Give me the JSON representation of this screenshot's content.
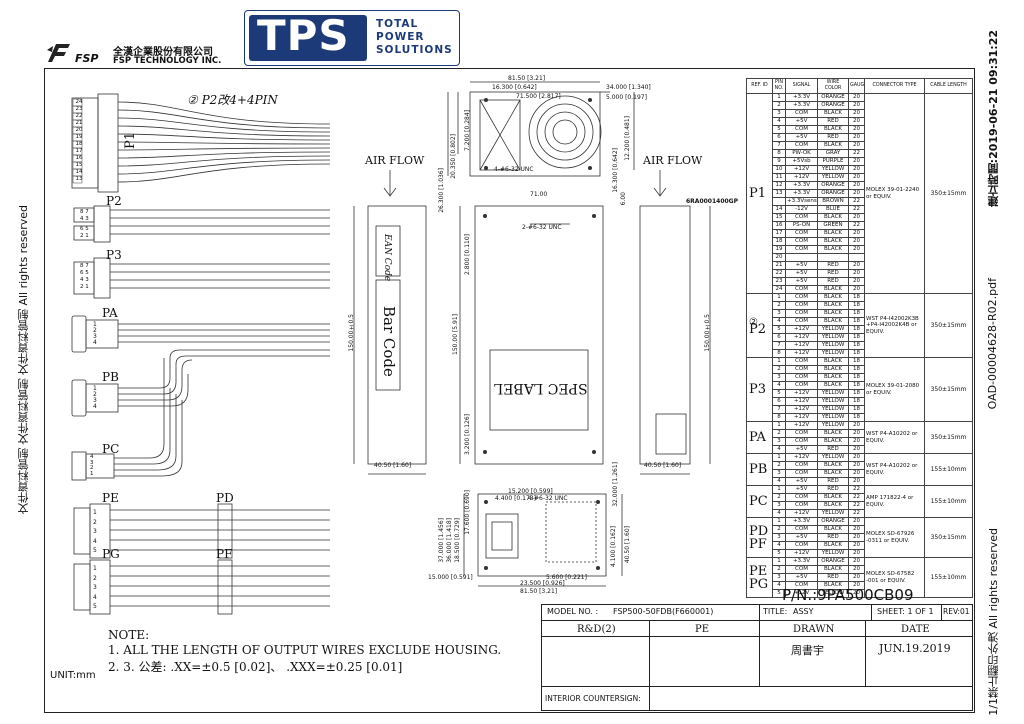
{
  "company": {
    "name_cn": "全漢企業股份有限公司",
    "name_en": "FSP TECHNOLOGY INC.",
    "logo_text": "FSP",
    "brand": "TPS",
    "brand_tagline": [
      "TOTAL",
      "POWER",
      "SOLUTIONS"
    ]
  },
  "margins": {
    "left": "文件資料管制 文件資料管制 文件資料管制 All rights reserved",
    "right_top": "建立時間:2019-06-21 09:31:22",
    "right_mid": "OAD-00004628-R02.pdf",
    "right_bottom": "1/1禁止翻印外洩 All rights reserved"
  },
  "harness": {
    "note_p2": "② P2改4+4PIN",
    "p1_label": "P1",
    "connectors": [
      "P2",
      "P3",
      "PA",
      "PB",
      "PC",
      "PE",
      "PD",
      "PG",
      "PF"
    ],
    "p1_pins": [
      "24",
      "23",
      "22",
      "21",
      "20",
      "19",
      "18",
      "17",
      "16",
      "15",
      "14",
      "13"
    ],
    "p2_pins": [
      "8",
      "7",
      "4",
      "3",
      "6",
      "5",
      "2",
      "1"
    ],
    "p3_pins": [
      "8",
      "7",
      "6",
      "5",
      "4",
      "3",
      "2",
      "1"
    ],
    "molex_pins": [
      "1",
      "2",
      "3",
      "4"
    ],
    "sata_pins": [
      "1",
      "2",
      "3",
      "4",
      "5"
    ]
  },
  "drawing": {
    "air_flow": "AIR FLOW",
    "ean_code": "EAN Code",
    "bar_code": "Bar Code",
    "spec_label": "SPEC LABEL",
    "part_ref": "6RA0001400GP",
    "dims": {
      "top_width": "81.50 [3.21]",
      "d1": "16.300 [0.642]",
      "d2": "71.500 [2.817]",
      "d3": "34.000 [1.340]",
      "d4": "5.000 [0.197]",
      "d5": "7.200 [0.284]",
      "d6": "20.350 [0.802]",
      "d7": "26.300 [1.036]",
      "d8": "16.300 [0.642]",
      "d9": "12.200 [0.481]",
      "d10": "71.00",
      "d11": "6.00",
      "d12": "2.800 [0.110]",
      "height": "150.00 [5.91]",
      "height_side": "150.00±0.5",
      "d13": "3.200 [0.126]",
      "bottom_w1": "40.50 [1.60]",
      "bottom_w2": "40.50 [1.60]",
      "screw1": "4-#6-32 UNC",
      "screw2": "2-#6-32 UNC",
      "screw3": "4-#6-32 UNC",
      "f1": "15.200 [0.599]",
      "f2": "4.400 [0.173]",
      "f3": "32.000 [1.261]",
      "f4": "17.600 [0.690]",
      "f5": "37.000 [1.456]",
      "f6": "36.000 [1.418]",
      "f7": "18.500 [0.729]",
      "f8": "15.000 [0.591]",
      "f9": "23.500 [0.926]",
      "f10": "81.50 [3.21]",
      "f11": "5.600 [0.221]",
      "f12": "4.100 [0.162]",
      "f13": "40.50 [1.60]"
    }
  },
  "wire_table": {
    "headers": [
      "REF. ID",
      "PIN NO.",
      "SIGNAL",
      "WIRE COLOR",
      "GAUGE",
      "CONNECTOR TYPE",
      "CABLE LENGTH"
    ],
    "groups": [
      {
        "id": "P1",
        "connector": "MOLEX 39-01-2240 or EQUIV.",
        "length": "350±15mm",
        "rows": [
          [
            "1",
            "+3.3V",
            "ORANGE",
            "20"
          ],
          [
            "2",
            "+3.3V",
            "ORANGE",
            "20"
          ],
          [
            "3",
            "COM",
            "BLACK",
            "20"
          ],
          [
            "4",
            "+5V",
            "RED",
            "20"
          ],
          [
            "5",
            "COM",
            "BLACK",
            "20"
          ],
          [
            "6",
            "+5V",
            "RED",
            "20"
          ],
          [
            "7",
            "COM",
            "BLACK",
            "20"
          ],
          [
            "8",
            "PW-OK",
            "GRAY",
            "22"
          ],
          [
            "9",
            "+5Vsb",
            "PURPLE",
            "20"
          ],
          [
            "10",
            "+12V",
            "YELLOW",
            "20"
          ],
          [
            "11",
            "+12V",
            "YELLOW",
            "20"
          ],
          [
            "12",
            "+3.3V",
            "ORANGE",
            "20"
          ],
          [
            "13",
            "+3.3V",
            "ORANGE",
            "20"
          ],
          [
            "",
            "+3.3Vsense",
            "BROWN",
            "22"
          ],
          [
            "14",
            "-12V",
            "BLUE",
            "22"
          ],
          [
            "15",
            "COM",
            "BLACK",
            "20"
          ],
          [
            "16",
            "PS-ON",
            "GREEN",
            "22"
          ],
          [
            "17",
            "COM",
            "BLACK",
            "20"
          ],
          [
            "18",
            "COM",
            "BLACK",
            "20"
          ],
          [
            "19",
            "COM",
            "BLACK",
            "20"
          ],
          [
            "20",
            "",
            "",
            ""
          ],
          [
            "21",
            "+5V",
            "RED",
            "20"
          ],
          [
            "22",
            "+5V",
            "RED",
            "20"
          ],
          [
            "23",
            "+5V",
            "RED",
            "20"
          ],
          [
            "24",
            "COM",
            "BLACK",
            "20"
          ]
        ]
      },
      {
        "id": "P2",
        "badge": "②",
        "connector": "WST P4-I42002K3B +P4-I42002K4B or EQUIV.",
        "length": "350±15mm",
        "rows": [
          [
            "1",
            "COM",
            "BLACK",
            "18"
          ],
          [
            "2",
            "COM",
            "BLACK",
            "18"
          ],
          [
            "3",
            "COM",
            "BLACK",
            "18"
          ],
          [
            "4",
            "COM",
            "BLACK",
            "18"
          ],
          [
            "5",
            "+12V",
            "YELLOW",
            "18"
          ],
          [
            "6",
            "+12V",
            "YELLOW",
            "18"
          ],
          [
            "7",
            "+12V",
            "YELLOW",
            "18"
          ],
          [
            "8",
            "+12V",
            "YELLOW",
            "18"
          ]
        ]
      },
      {
        "id": "P3",
        "connector": "MOLEX 39-01-2080 or EQUIV.",
        "length": "350±15mm",
        "rows": [
          [
            "1",
            "COM",
            "BLACK",
            "18"
          ],
          [
            "2",
            "COM",
            "BLACK",
            "18"
          ],
          [
            "3",
            "COM",
            "BLACK",
            "18"
          ],
          [
            "4",
            "COM",
            "BLACK",
            "18"
          ],
          [
            "5",
            "+12V",
            "YELLOW",
            "18"
          ],
          [
            "6",
            "+12V",
            "YELLOW",
            "18"
          ],
          [
            "7",
            "+12V",
            "YELLOW",
            "18"
          ],
          [
            "8",
            "+12V",
            "YELLOW",
            "18"
          ]
        ]
      },
      {
        "id": "PA",
        "connector": "WST P4-A10202 or EQUIV.",
        "length": "350±15mm",
        "rows": [
          [
            "1",
            "+12V",
            "YELLOW",
            "20"
          ],
          [
            "2",
            "COM",
            "BLACK",
            "20"
          ],
          [
            "3",
            "COM",
            "BLACK",
            "20"
          ],
          [
            "4",
            "+5V",
            "RED",
            "20"
          ]
        ]
      },
      {
        "id": "PB",
        "connector": "WST P4-A10202 or EQUIV.",
        "length": "155±10mm",
        "rows": [
          [
            "1",
            "+12V",
            "YELLOW",
            "20"
          ],
          [
            "2",
            "COM",
            "BLACK",
            "20"
          ],
          [
            "3",
            "COM",
            "BLACK",
            "20"
          ],
          [
            "4",
            "+5V",
            "RED",
            "20"
          ]
        ]
      },
      {
        "id": "PC",
        "connector": "AMP 171822-4 or EQUIV.",
        "length": "155±10mm",
        "rows": [
          [
            "1",
            "+5V",
            "RED",
            "22"
          ],
          [
            "2",
            "COM",
            "BLACK",
            "22"
          ],
          [
            "3",
            "COM",
            "BLACK",
            "22"
          ],
          [
            "4",
            "+12V",
            "YELLOW",
            "22"
          ]
        ]
      },
      {
        "id": "PD PF",
        "id_lines": [
          "PD",
          "PF"
        ],
        "connector": "MOLEX SD-67926 -0311 or EQUIV.",
        "length": "350±15mm",
        "rows": [
          [
            "1",
            "+3.3V",
            "ORANGE",
            "20"
          ],
          [
            "2",
            "COM",
            "BLACK",
            "20"
          ],
          [
            "3",
            "+5V",
            "RED",
            "20"
          ],
          [
            "4",
            "COM",
            "BLACK",
            "20"
          ],
          [
            "5",
            "+12V",
            "YELLOW",
            "20"
          ]
        ]
      },
      {
        "id": "PE PG",
        "id_lines": [
          "PE",
          "PG"
        ],
        "connector": "MOLEX SD-67582 -001 or EQUIV.",
        "length": "155±10mm",
        "rows": [
          [
            "1",
            "+3.3V",
            "ORANGE",
            "20"
          ],
          [
            "2",
            "COM",
            "BLACK",
            "20"
          ],
          [
            "3",
            "+5V",
            "RED",
            "20"
          ],
          [
            "4",
            "COM",
            "BLACK",
            "20"
          ],
          [
            "5",
            "+12V",
            "YELLOW",
            "20"
          ]
        ]
      }
    ]
  },
  "part_number": "P/N.:9PA500CB09",
  "title_block": {
    "model_label": "MODEL NO. :",
    "model_value": "FSP500-50FDB(F660001)",
    "title_label": "TITLE:",
    "title_value": "ASSY",
    "sheet": "SHEET: 1 OF 1",
    "rev": "REV:01",
    "rd": "R&D(2)",
    "pe": "PE",
    "drawn_label": "DRAWN",
    "drawn_value": "周書宇",
    "date_label": "DATE",
    "date_value": "JUN.19.2019",
    "interior": "INTERIOR COUNTERSIGN:"
  },
  "notes": {
    "heading": "NOTE:",
    "line1": "1. ALL THE LENGTH OF OUTPUT WIRES EXCLUDE HOUSING.",
    "line2": "2. 3. 公差: .XX=±0.5 [0.02]、 .XXX=±0.25 [0.01]",
    "unit": "UNIT:mm"
  }
}
